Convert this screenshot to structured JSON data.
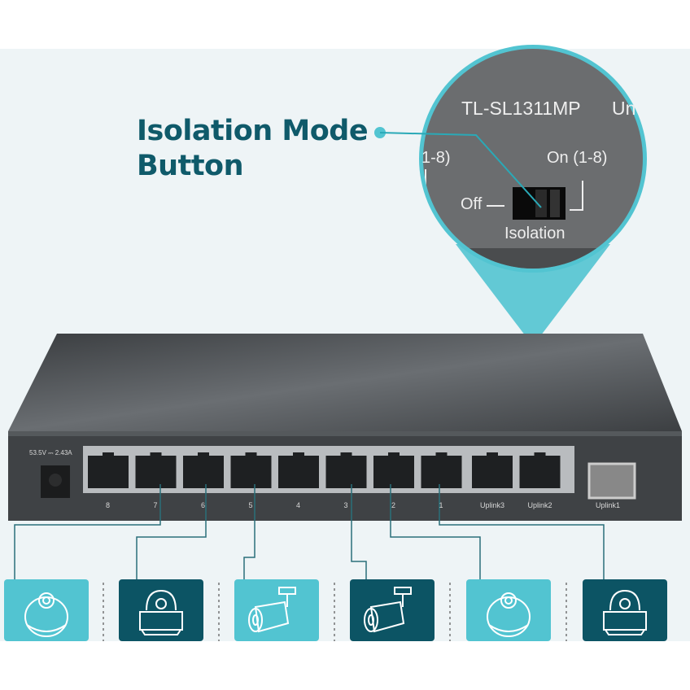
{
  "headline": {
    "line1": "Isolation Mode",
    "line2": "Button"
  },
  "callout": {
    "model": "TL-SL1311MP",
    "model_suffix": "Un",
    "left_fragment": "1-8)",
    "on_label": "On (1-8)",
    "off_label": "Off",
    "switch_label": "Isolation"
  },
  "device": {
    "power_rating": "53.5V ⎓ 2.43A",
    "ports": [
      "8",
      "7",
      "6",
      "5",
      "4",
      "3",
      "2",
      "1"
    ],
    "uplinks": [
      "Uplink3",
      "Uplink2"
    ],
    "sfp": "Uplink1"
  },
  "cameras": [
    {
      "type": "dome-camera-icon",
      "style": "light"
    },
    {
      "type": "ptz-dome-camera-icon",
      "style": "dark"
    },
    {
      "type": "bullet-camera-icon",
      "style": "light"
    },
    {
      "type": "bullet-camera-icon",
      "style": "dark"
    },
    {
      "type": "dome-camera-icon",
      "style": "light"
    },
    {
      "type": "ptz-dome-camera-icon",
      "style": "dark"
    }
  ],
  "colors": {
    "accent": "#52c4d1",
    "dark": "#0c5464",
    "headline": "#0f5a6a",
    "background": "#eef4f6"
  }
}
